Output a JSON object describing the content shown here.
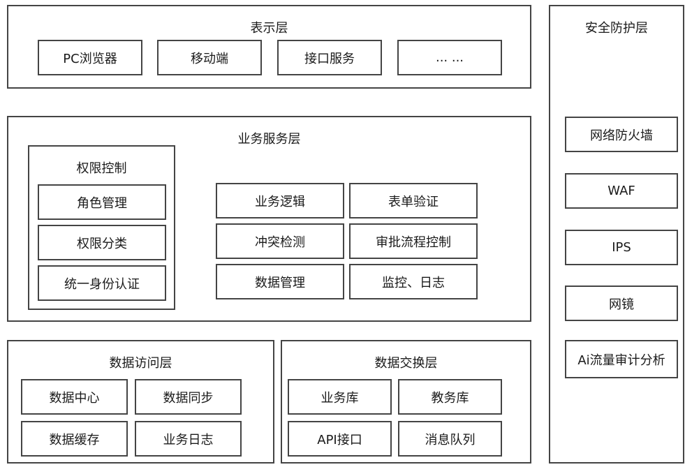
{
  "presentation": {
    "title": "表示层",
    "items": [
      "PC浏览器",
      "移动端",
      "接口服务",
      "... ..."
    ]
  },
  "business": {
    "title": "业务服务层",
    "permission": {
      "title": "权限控制",
      "items": [
        "角色管理",
        "权限分类",
        "统一身份认证"
      ]
    },
    "items": [
      "业务逻辑",
      "表单验证",
      "冲突检测",
      "审批流程控制",
      "数据管理",
      "监控、日志"
    ]
  },
  "data_access": {
    "title": "数据访问层",
    "items": [
      "数据中心",
      "数据同步",
      "数据缓存",
      "业务日志"
    ]
  },
  "data_exchange": {
    "title": "数据交换层",
    "items": [
      "业务库",
      "教务库",
      "API接口",
      "消息队列"
    ]
  },
  "security": {
    "title": "安全防护层",
    "items": [
      "网络防火墙",
      "WAF",
      "IPS",
      "网镜",
      "Ai流量审计分析"
    ]
  }
}
